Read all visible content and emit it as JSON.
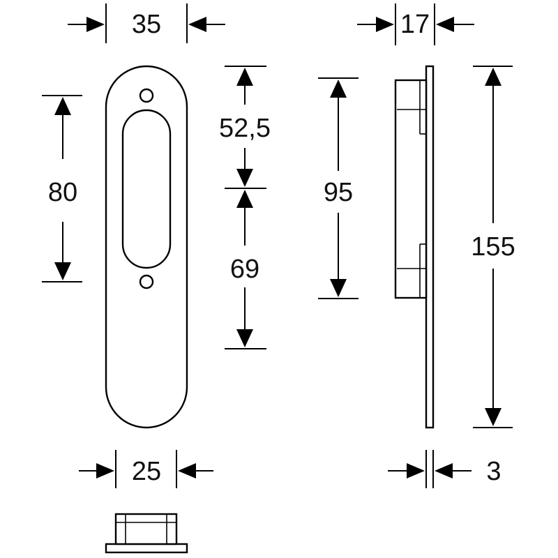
{
  "dimensions": {
    "front_width": "35",
    "inner_width": "25",
    "hole_spacing": "80",
    "upper_height": "52,5",
    "lower_height": "69",
    "side_height": "95",
    "total_height": "155",
    "depth": "17",
    "plate_thickness": "3"
  }
}
